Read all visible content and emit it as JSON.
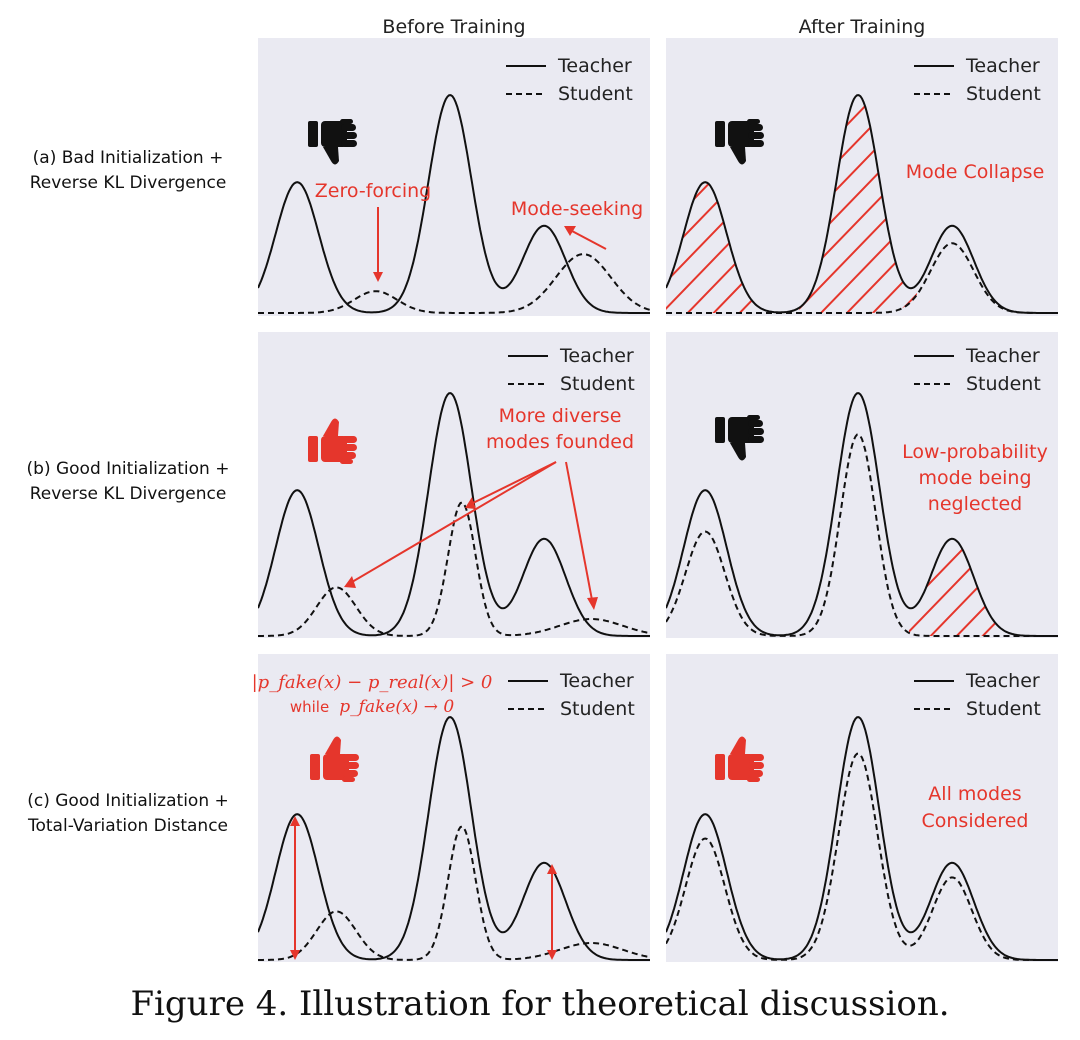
{
  "figure": {
    "caption": "Figure 4. Illustration for theoretical discussion.",
    "columns": [
      "Before Training",
      "After Training"
    ],
    "rows": [
      {
        "label_line1": "(a) Bad Initialization +",
        "label_line2": "Reverse KL Divergence"
      },
      {
        "label_line1": "(b) Good Initialization +",
        "label_line2": "Reverse KL Divergence"
      },
      {
        "label_line1": "(c) Good Initialization +",
        "label_line2": "Total-Variation Distance"
      }
    ],
    "legend": {
      "teacher": "Teacher",
      "student": "Student"
    },
    "annotations": {
      "a_before_1": "Zero-forcing",
      "a_before_2": "Mode-seeking",
      "a_after": "Mode Collapse",
      "b_before_line1": "More diverse",
      "b_before_line2": "modes founded",
      "b_after_line1": "Low-probability",
      "b_after_line2": "mode being",
      "b_after_line3": "neglected",
      "c_before_line1": "|p_fake(x) − p_real(x)| > 0",
      "c_before_line2_prefix": "while",
      "c_before_line2_math": "p_fake(x) → 0",
      "c_after_line1": "All modes",
      "c_after_line2": "Considered"
    },
    "icons": {
      "a_before": "thumbs-down-icon",
      "a_after": "thumbs-down-icon",
      "b_before": "thumbs-up-icon",
      "b_after": "thumbs-down-icon",
      "c_before": "thumbs-up-icon",
      "c_after": "thumbs-up-icon"
    },
    "colors": {
      "panel_bg": "#eaeaf2",
      "teacher": "#111111",
      "student": "#111111",
      "annotation": "#e5362c",
      "thumb_down": "#111111",
      "thumb_up": "#e5362c"
    }
  },
  "chart_data": [
    {
      "panel": "a-before",
      "type": "line",
      "x_range": [
        0,
        10
      ],
      "y_range": [
        0,
        1
      ],
      "series": [
        {
          "name": "Teacher",
          "components": [
            {
              "mu": 1,
              "amp": 0.6,
              "sigma": 0.55
            },
            {
              "mu": 4.9,
              "amp": 1.0,
              "sigma": 0.55
            },
            {
              "mu": 7.3,
              "amp": 0.4,
              "sigma": 0.55
            }
          ]
        },
        {
          "name": "Student",
          "components": [
            {
              "mu": 3.0,
              "amp": 0.1,
              "sigma": 0.55
            },
            {
              "mu": 8.3,
              "amp": 0.27,
              "sigma": 0.7
            }
          ]
        }
      ]
    },
    {
      "panel": "a-after",
      "type": "line",
      "x_range": [
        0,
        10
      ],
      "y_range": [
        0,
        1
      ],
      "series": [
        {
          "name": "Teacher",
          "components": [
            {
              "mu": 1,
              "amp": 0.6,
              "sigma": 0.55
            },
            {
              "mu": 4.9,
              "amp": 1.0,
              "sigma": 0.55
            },
            {
              "mu": 7.3,
              "amp": 0.4,
              "sigma": 0.55
            }
          ]
        },
        {
          "name": "Student",
          "components": [
            {
              "mu": 7.3,
              "amp": 0.32,
              "sigma": 0.55
            }
          ]
        }
      ]
    },
    {
      "panel": "b-before",
      "type": "line",
      "x_range": [
        0,
        10
      ],
      "y_range": [
        0,
        1
      ],
      "series": [
        {
          "name": "Teacher",
          "components": [
            {
              "mu": 1,
              "amp": 0.6,
              "sigma": 0.55
            },
            {
              "mu": 4.9,
              "amp": 1.0,
              "sigma": 0.55
            },
            {
              "mu": 7.3,
              "amp": 0.4,
              "sigma": 0.55
            }
          ]
        },
        {
          "name": "Student",
          "components": [
            {
              "mu": 2.0,
              "amp": 0.2,
              "sigma": 0.5
            },
            {
              "mu": 5.2,
              "amp": 0.55,
              "sigma": 0.35
            },
            {
              "mu": 8.5,
              "amp": 0.07,
              "sigma": 0.8
            }
          ]
        }
      ]
    },
    {
      "panel": "b-after",
      "type": "line",
      "x_range": [
        0,
        10
      ],
      "y_range": [
        0,
        1
      ],
      "series": [
        {
          "name": "Teacher",
          "components": [
            {
              "mu": 1,
              "amp": 0.6,
              "sigma": 0.55
            },
            {
              "mu": 4.9,
              "amp": 1.0,
              "sigma": 0.55
            },
            {
              "mu": 7.3,
              "amp": 0.4,
              "sigma": 0.55
            }
          ]
        },
        {
          "name": "Student",
          "components": [
            {
              "mu": 1,
              "amp": 0.43,
              "sigma": 0.5
            },
            {
              "mu": 4.9,
              "amp": 0.83,
              "sigma": 0.45
            }
          ]
        }
      ]
    },
    {
      "panel": "c-before",
      "type": "line",
      "x_range": [
        0,
        10
      ],
      "y_range": [
        0,
        1
      ],
      "series": [
        {
          "name": "Teacher",
          "components": [
            {
              "mu": 1,
              "amp": 0.6,
              "sigma": 0.55
            },
            {
              "mu": 4.9,
              "amp": 1.0,
              "sigma": 0.55
            },
            {
              "mu": 7.3,
              "amp": 0.4,
              "sigma": 0.55
            }
          ]
        },
        {
          "name": "Student",
          "components": [
            {
              "mu": 2.0,
              "amp": 0.2,
              "sigma": 0.5
            },
            {
              "mu": 5.2,
              "amp": 0.55,
              "sigma": 0.35
            },
            {
              "mu": 8.5,
              "amp": 0.07,
              "sigma": 0.8
            }
          ]
        }
      ]
    },
    {
      "panel": "c-after",
      "type": "line",
      "x_range": [
        0,
        10
      ],
      "y_range": [
        0,
        1
      ],
      "series": [
        {
          "name": "Teacher",
          "components": [
            {
              "mu": 1,
              "amp": 0.6,
              "sigma": 0.55
            },
            {
              "mu": 4.9,
              "amp": 1.0,
              "sigma": 0.55
            },
            {
              "mu": 7.3,
              "amp": 0.4,
              "sigma": 0.55
            }
          ]
        },
        {
          "name": "Student",
          "components": [
            {
              "mu": 1,
              "amp": 0.5,
              "sigma": 0.5
            },
            {
              "mu": 4.9,
              "amp": 0.85,
              "sigma": 0.5
            },
            {
              "mu": 7.3,
              "amp": 0.34,
              "sigma": 0.5
            }
          ]
        }
      ]
    }
  ]
}
